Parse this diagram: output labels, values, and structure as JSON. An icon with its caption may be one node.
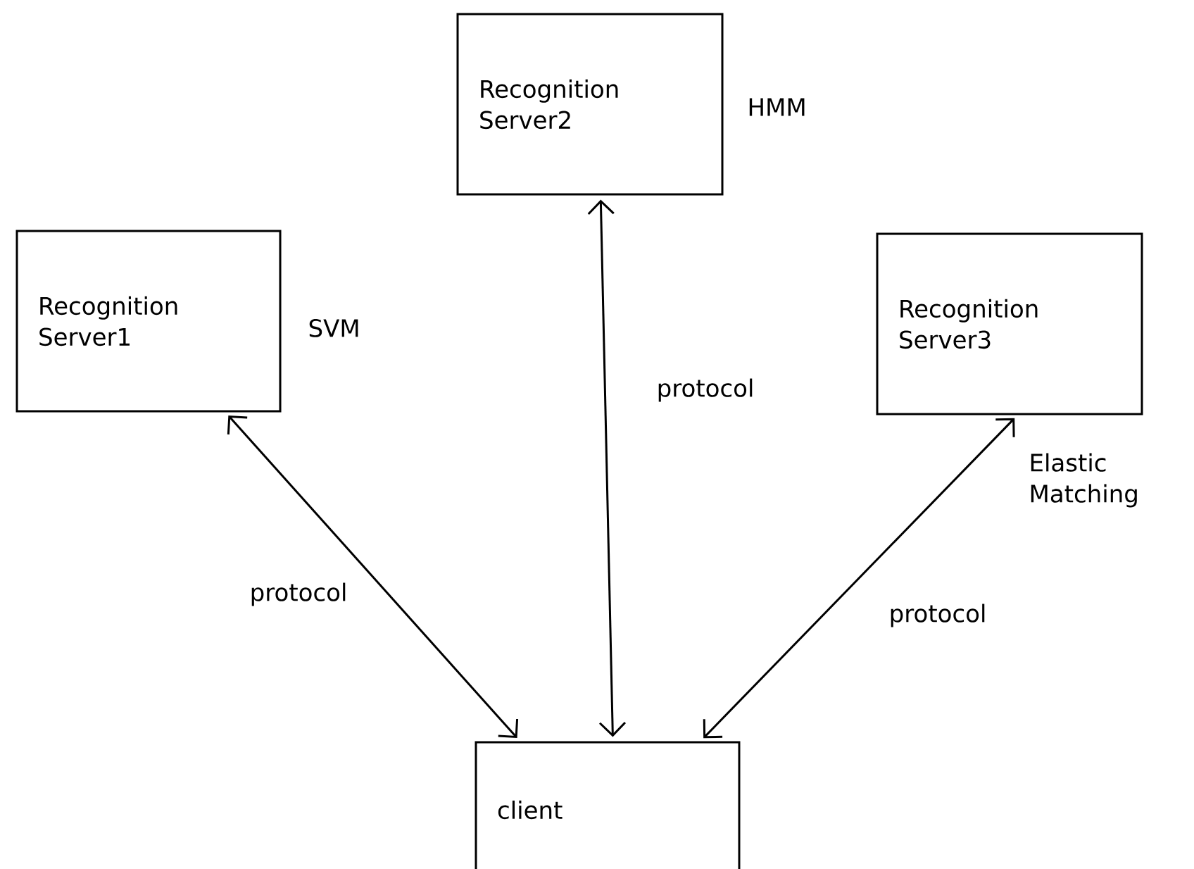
{
  "diagram": {
    "nodes": [
      {
        "text": [
          "Recognition Server2"
        ],
        "beside": [
          "HMM"
        ]
      },
      {
        "text": [
          "Recognition Server1"
        ],
        "beside": [
          "SVM"
        ]
      },
      {
        "text": [
          "Recognition Server3"
        ],
        "beside": [
          "Elastic Matching"
        ]
      },
      {
        "text": [
          "client"
        ]
      }
    ],
    "edges": [
      {
        "from": 1,
        "to": 3,
        "arrow": "both",
        "label": "protocol"
      },
      {
        "from": 0,
        "to": 3,
        "arrow": "both",
        "label": "protocol"
      },
      {
        "from": 2,
        "to": 3,
        "arrow": "both",
        "label": "protocol"
      }
    ]
  }
}
